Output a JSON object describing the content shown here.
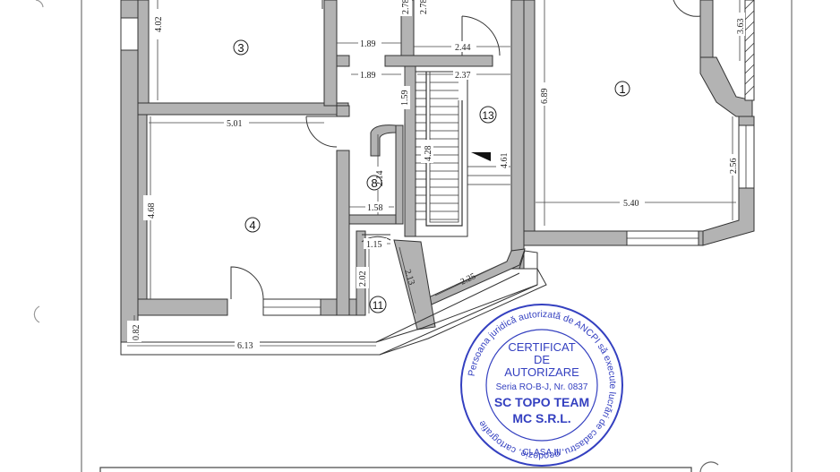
{
  "rooms": [
    {
      "id": "r1",
      "label": "1"
    },
    {
      "id": "r3",
      "label": "3"
    },
    {
      "id": "r4",
      "label": "4"
    },
    {
      "id": "r8",
      "label": "8"
    },
    {
      "id": "r11",
      "label": "11"
    },
    {
      "id": "r13",
      "label": "13"
    }
  ],
  "dimensions": {
    "d402": "4.02",
    "d189a": "1.89",
    "d189b": "1.89",
    "d278a": "2.78",
    "d278b": "2.78",
    "d244": "2.44",
    "d237": "2.37",
    "d159": "1.59",
    "d501": "5.01",
    "d428": "4.28",
    "d214": "2.14",
    "d158": "1.58",
    "d468": "4.68",
    "d115": "1.15",
    "d202": "2.02",
    "d213": "2.13",
    "d225": "2.25",
    "d461": "4.61",
    "d689": "6.89",
    "d363": "3.63",
    "d256": "2.56",
    "d540": "5.40",
    "d082": "0.82",
    "d613": "6.13"
  },
  "stamp": {
    "line1": "CERTIFICAT",
    "line2": "DE",
    "line3": "AUTORIZARE",
    "line4": "Seria RO-B-J, Nr. 0837",
    "line5": "SC TOPO TEAM",
    "line6": "MC S.R.L.",
    "line7": "CLASA III",
    "ring": "Persoana juridică autorizată de ANCPI să execute lucrări de cadastru, geodezie, cartografie",
    "color": "#3440c0"
  }
}
